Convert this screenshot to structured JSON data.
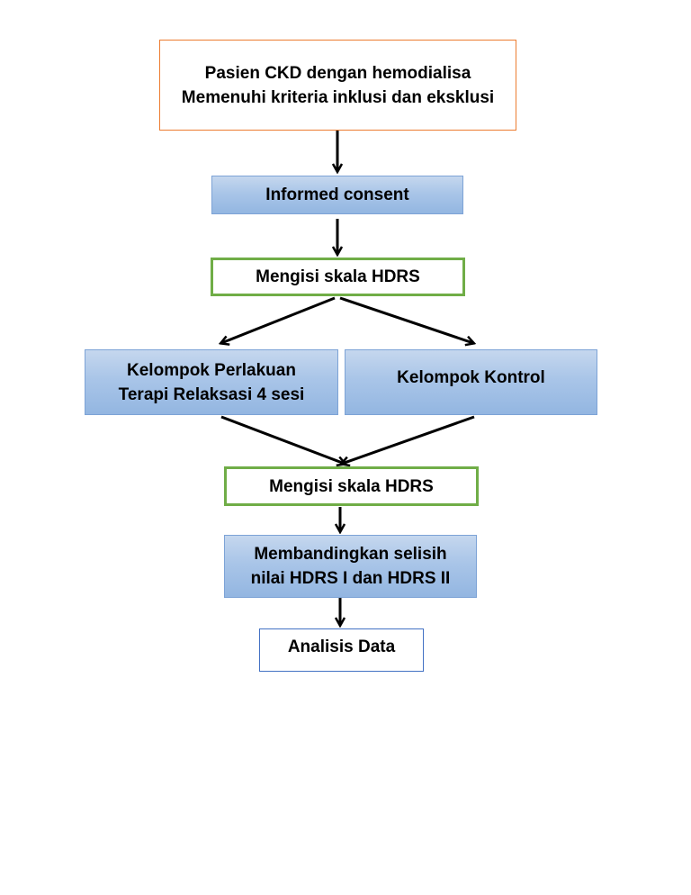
{
  "flowchart": {
    "start": {
      "line1": "Pasien CKD dengan hemodialisa",
      "line2": "Memenuhi kriteria inklusi dan eksklusi"
    },
    "consent": "Informed consent",
    "pre_test": "Mengisi skala HDRS",
    "treatment_group": {
      "line1": "Kelompok Perlakuan",
      "line2": "Terapi Relaksasi 4 sesi"
    },
    "control_group": "Kelompok Kontrol",
    "post_test": "Mengisi skala HDRS",
    "compare": {
      "line1": "Membandingkan selisih",
      "line2": "nilai HDRS I dan HDRS II"
    },
    "analysis": "Analisis Data"
  },
  "colors": {
    "start_border": "#ed7d31",
    "blue_fill": "#a9c5e8",
    "green_border": "#70ad47",
    "analysis_border": "#4472c4",
    "arrow": "#000000"
  }
}
